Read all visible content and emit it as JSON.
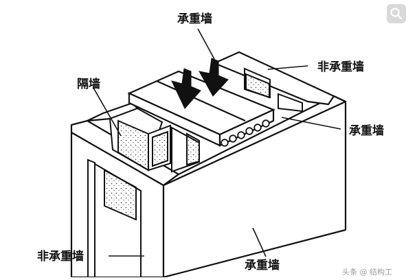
{
  "labels": {
    "top_load_bearing": "承重墙",
    "partition": "隔墙",
    "right_non_load_bearing": "非承重墙",
    "right_load_bearing": "承重墙",
    "left_non_load_bearing": "非承重墙",
    "bottom_load_bearing": "承重墙"
  },
  "watermark_text": "头条 @ 结构工",
  "icons": {
    "zoom": "magnifier-icon"
  },
  "colors": {
    "line": "#111111",
    "fill": "#ffffff",
    "dot": "#333333"
  }
}
